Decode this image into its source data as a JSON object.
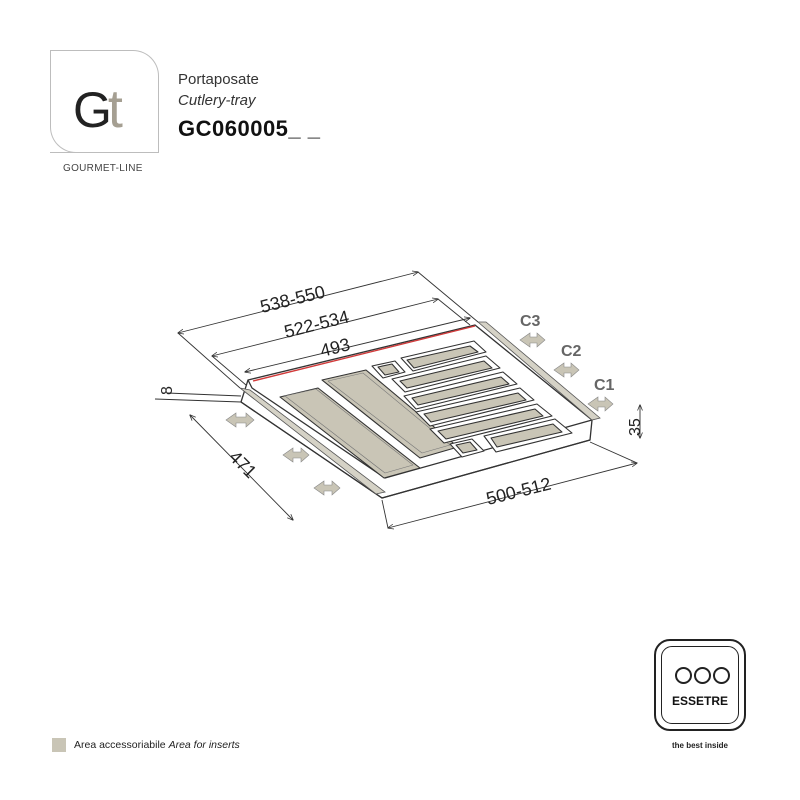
{
  "header": {
    "logo_text_g": "G",
    "logo_text_t": "t",
    "logo_caption": "GOURMET-LINE",
    "title_it": "Portaposate",
    "title_en": "Cutlery-tray",
    "code": "GC060005_ _"
  },
  "dimensions": {
    "outer_width": "538-550",
    "mid_width": "522-534",
    "tray_width": "493",
    "depth": "471",
    "front_width": "500-512",
    "height": "35",
    "side_gap": "8",
    "c1": "C1",
    "c2": "C2",
    "c3": "C3"
  },
  "colors": {
    "insert_area": "#c9c5b6",
    "tray": "#ffffff",
    "outline": "#333333",
    "accent_red": "#d23a3a"
  },
  "legend": {
    "label_it": "Area accessoriabile",
    "label_en": "Area for inserts"
  },
  "brand": {
    "name": "ESSETRE",
    "tagline": "the best inside"
  }
}
